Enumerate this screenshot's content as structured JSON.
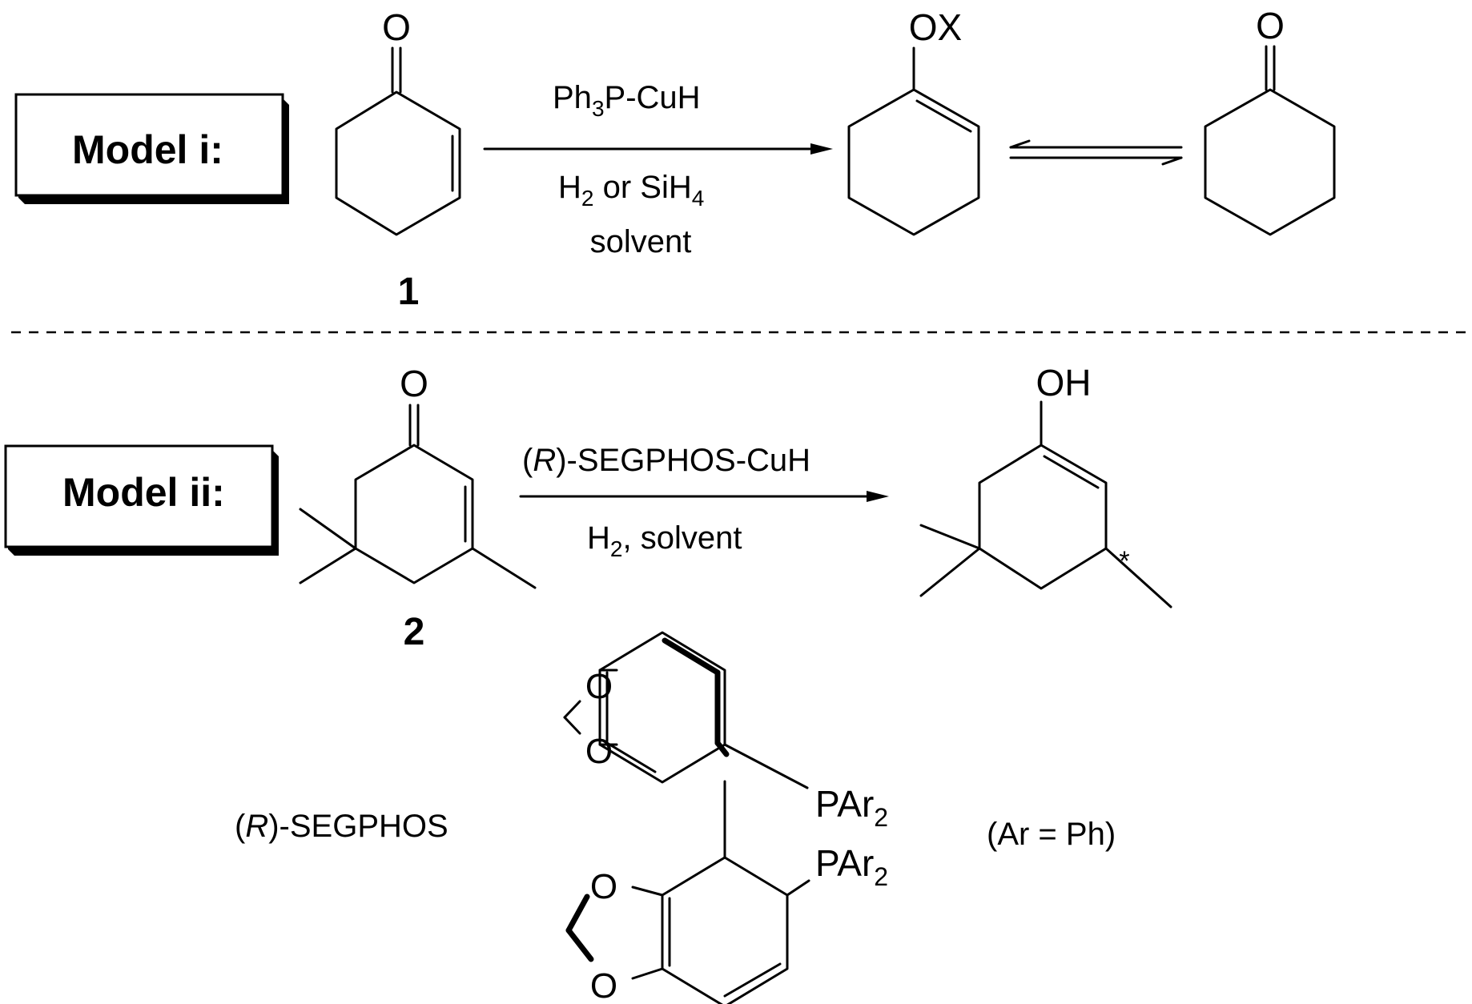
{
  "model_i": {
    "box_label": "Model i:",
    "reactant_number": "1",
    "reagent": {
      "main": "Ph",
      "sub": "3",
      "tail": "P-CuH"
    },
    "conditions_1": {
      "a": "H",
      "a_sub": "2",
      "b": " or SiH",
      "b_sub": "4"
    },
    "conditions_2": "solvent",
    "intermediate_group": "OX",
    "product_carbonyl": "O",
    "reactant_carbonyl": "O"
  },
  "model_ii": {
    "box_label": "Model ii:",
    "reactant_number": "2",
    "reagent": {
      "open": "(",
      "italic": "R",
      "rest": ")-SEGPHOS-CuH"
    },
    "conditions": {
      "a": "H",
      "a_sub": "2",
      "b": ", solvent"
    },
    "product_group": "OH",
    "stereocenter_mark": "*",
    "reactant_carbonyl": "O"
  },
  "ligand": {
    "name": {
      "open": "(",
      "italic": "R",
      "rest": ")-SEGPHOS"
    },
    "phosphine": {
      "main": "PAr",
      "sub": "2"
    },
    "ring_oxygen": "O",
    "definition": "(Ar = Ph)"
  },
  "colors": {
    "ink": "#000000",
    "background": "#ffffff",
    "box_shadow": "#000000"
  }
}
